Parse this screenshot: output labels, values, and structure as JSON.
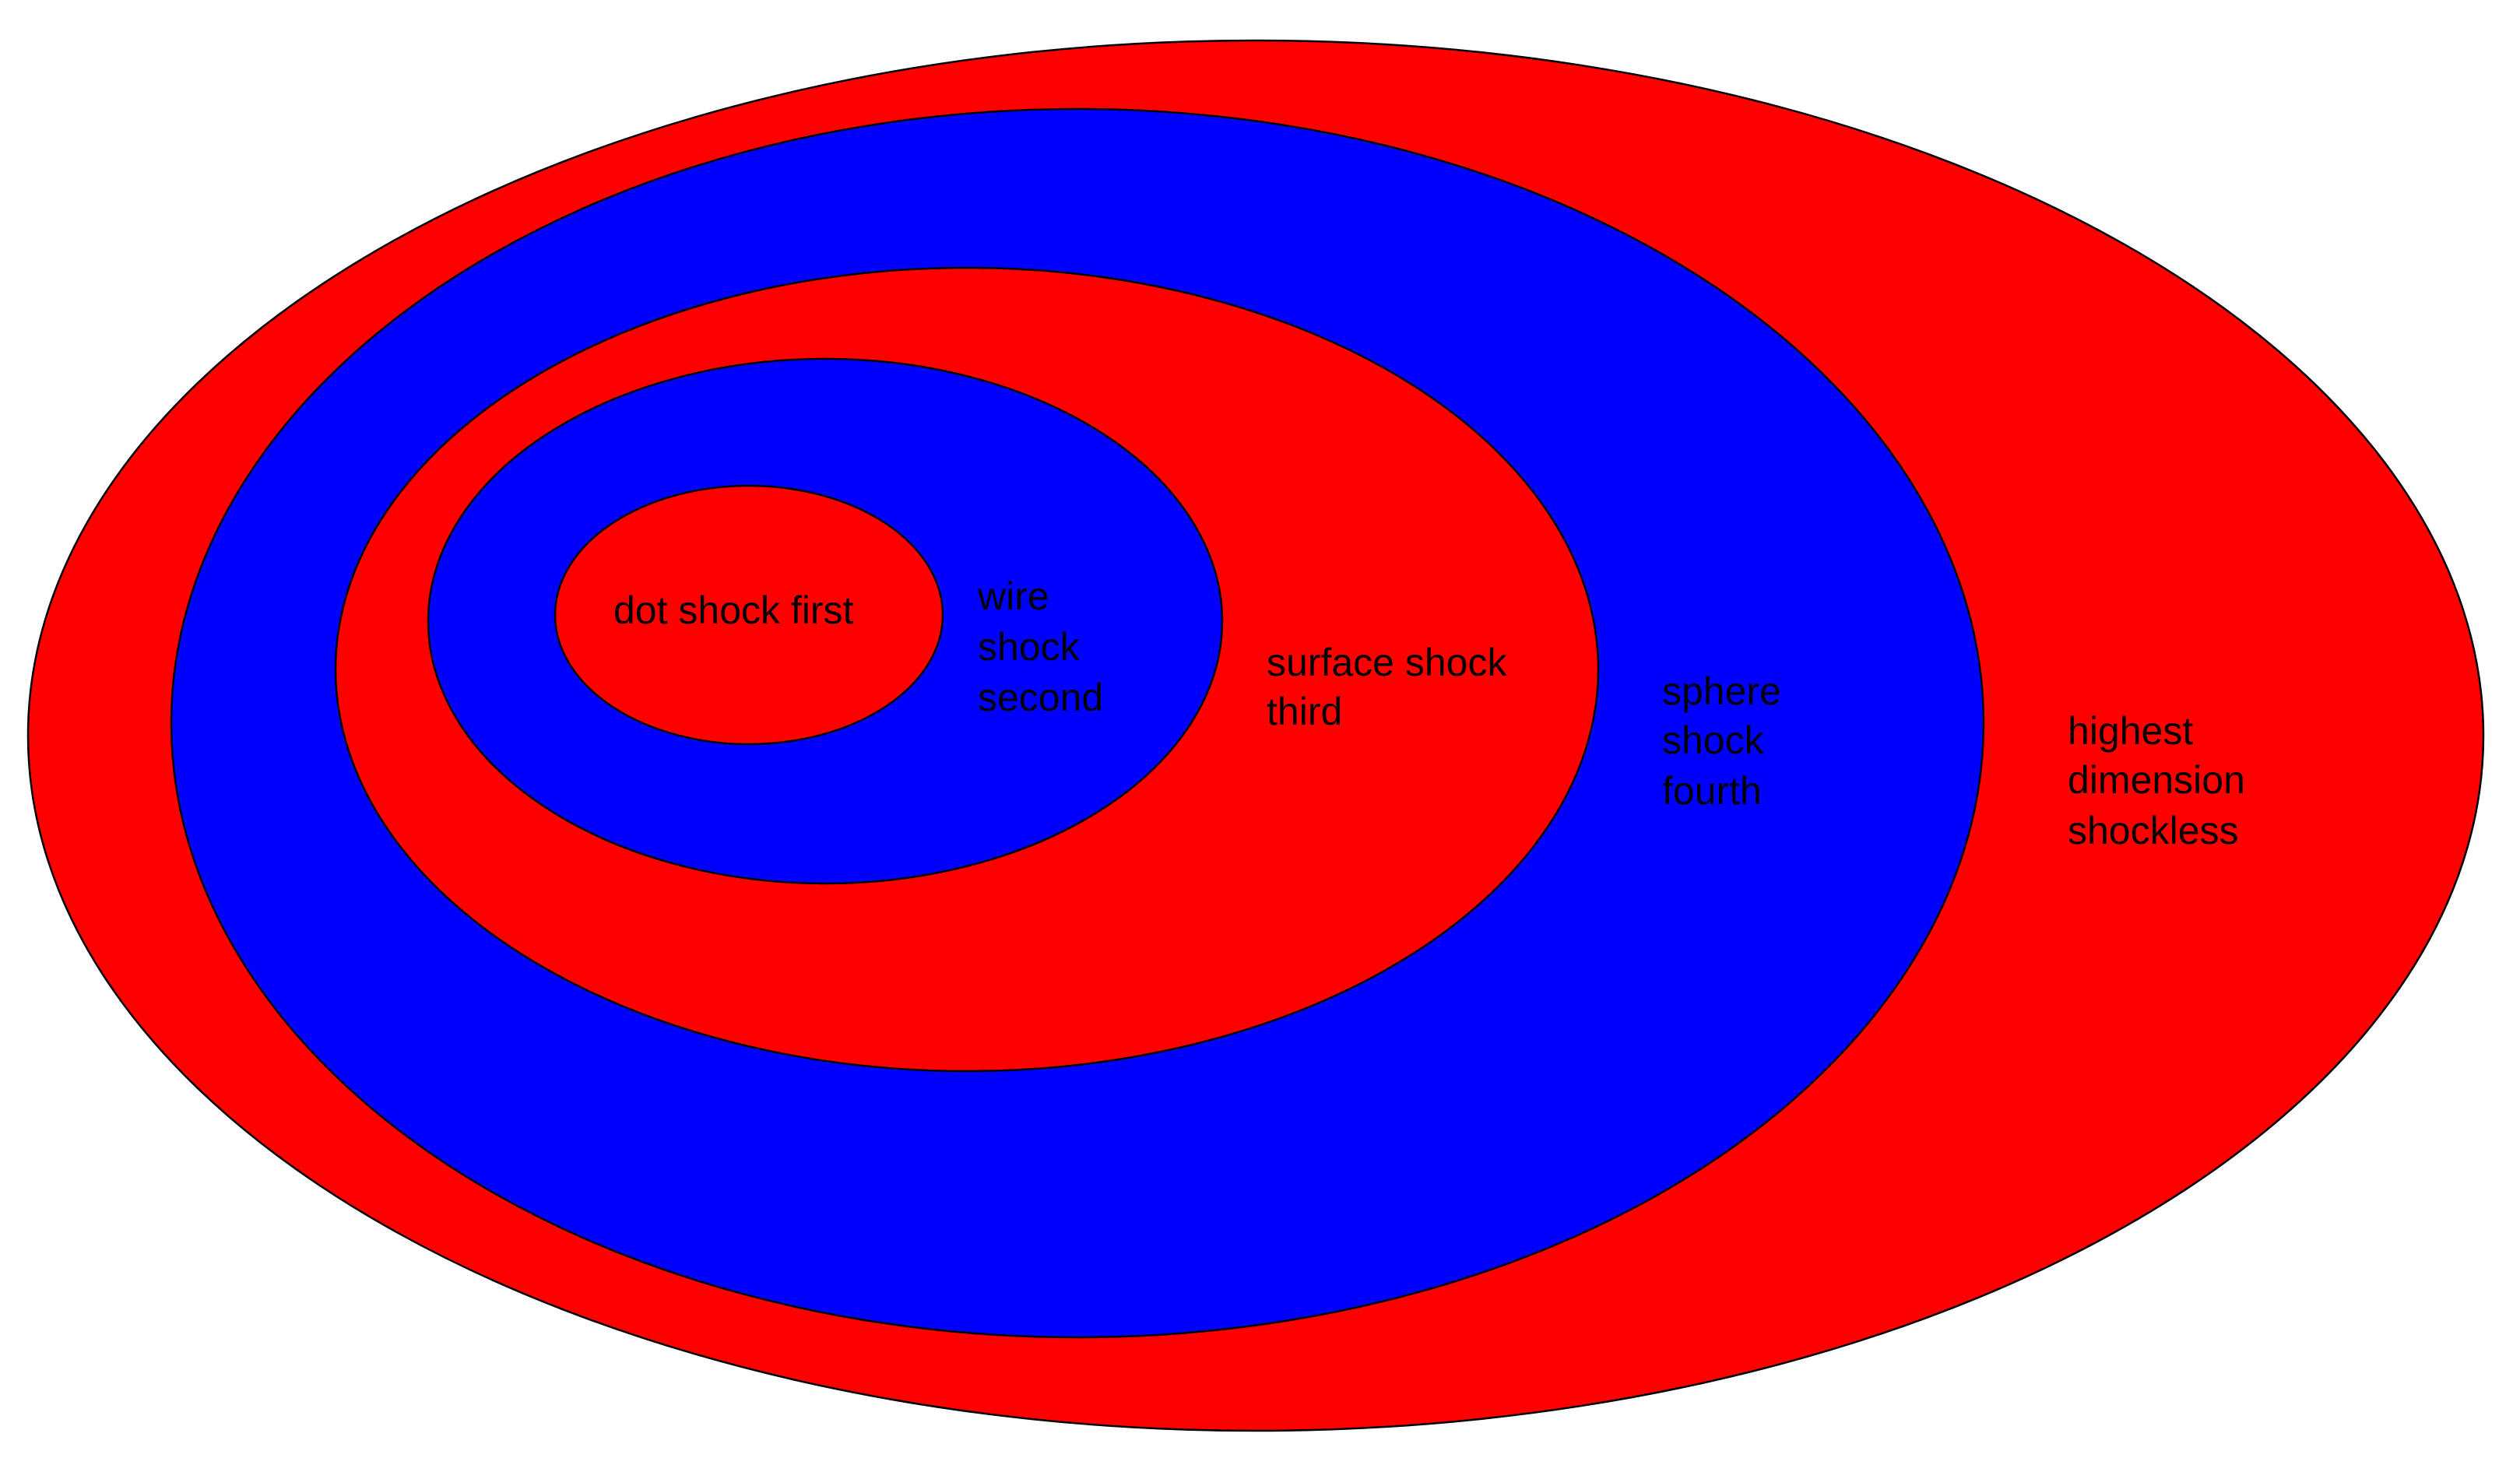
{
  "colors": {
    "red_region": "#ff0000",
    "blue_region": "#0000ff",
    "outline": "#000000",
    "text": "#000000"
  },
  "regions": [
    {
      "id": "highest",
      "fill_color": "#ff0000",
      "label_lines": [
        "highest",
        "dimension",
        "shockless"
      ]
    },
    {
      "id": "sphere",
      "fill_color": "#0000ff",
      "label_lines": [
        "sphere",
        "shock",
        "fourth"
      ]
    },
    {
      "id": "surface",
      "fill_color": "#ff0000",
      "label_lines": [
        "surface shock",
        "third"
      ]
    },
    {
      "id": "wire",
      "fill_color": "#0000ff",
      "label_lines": [
        "wire",
        "shock",
        "second"
      ]
    },
    {
      "id": "dot",
      "fill_color": "#ff0000",
      "label_lines": [
        "dot shock first"
      ]
    }
  ]
}
